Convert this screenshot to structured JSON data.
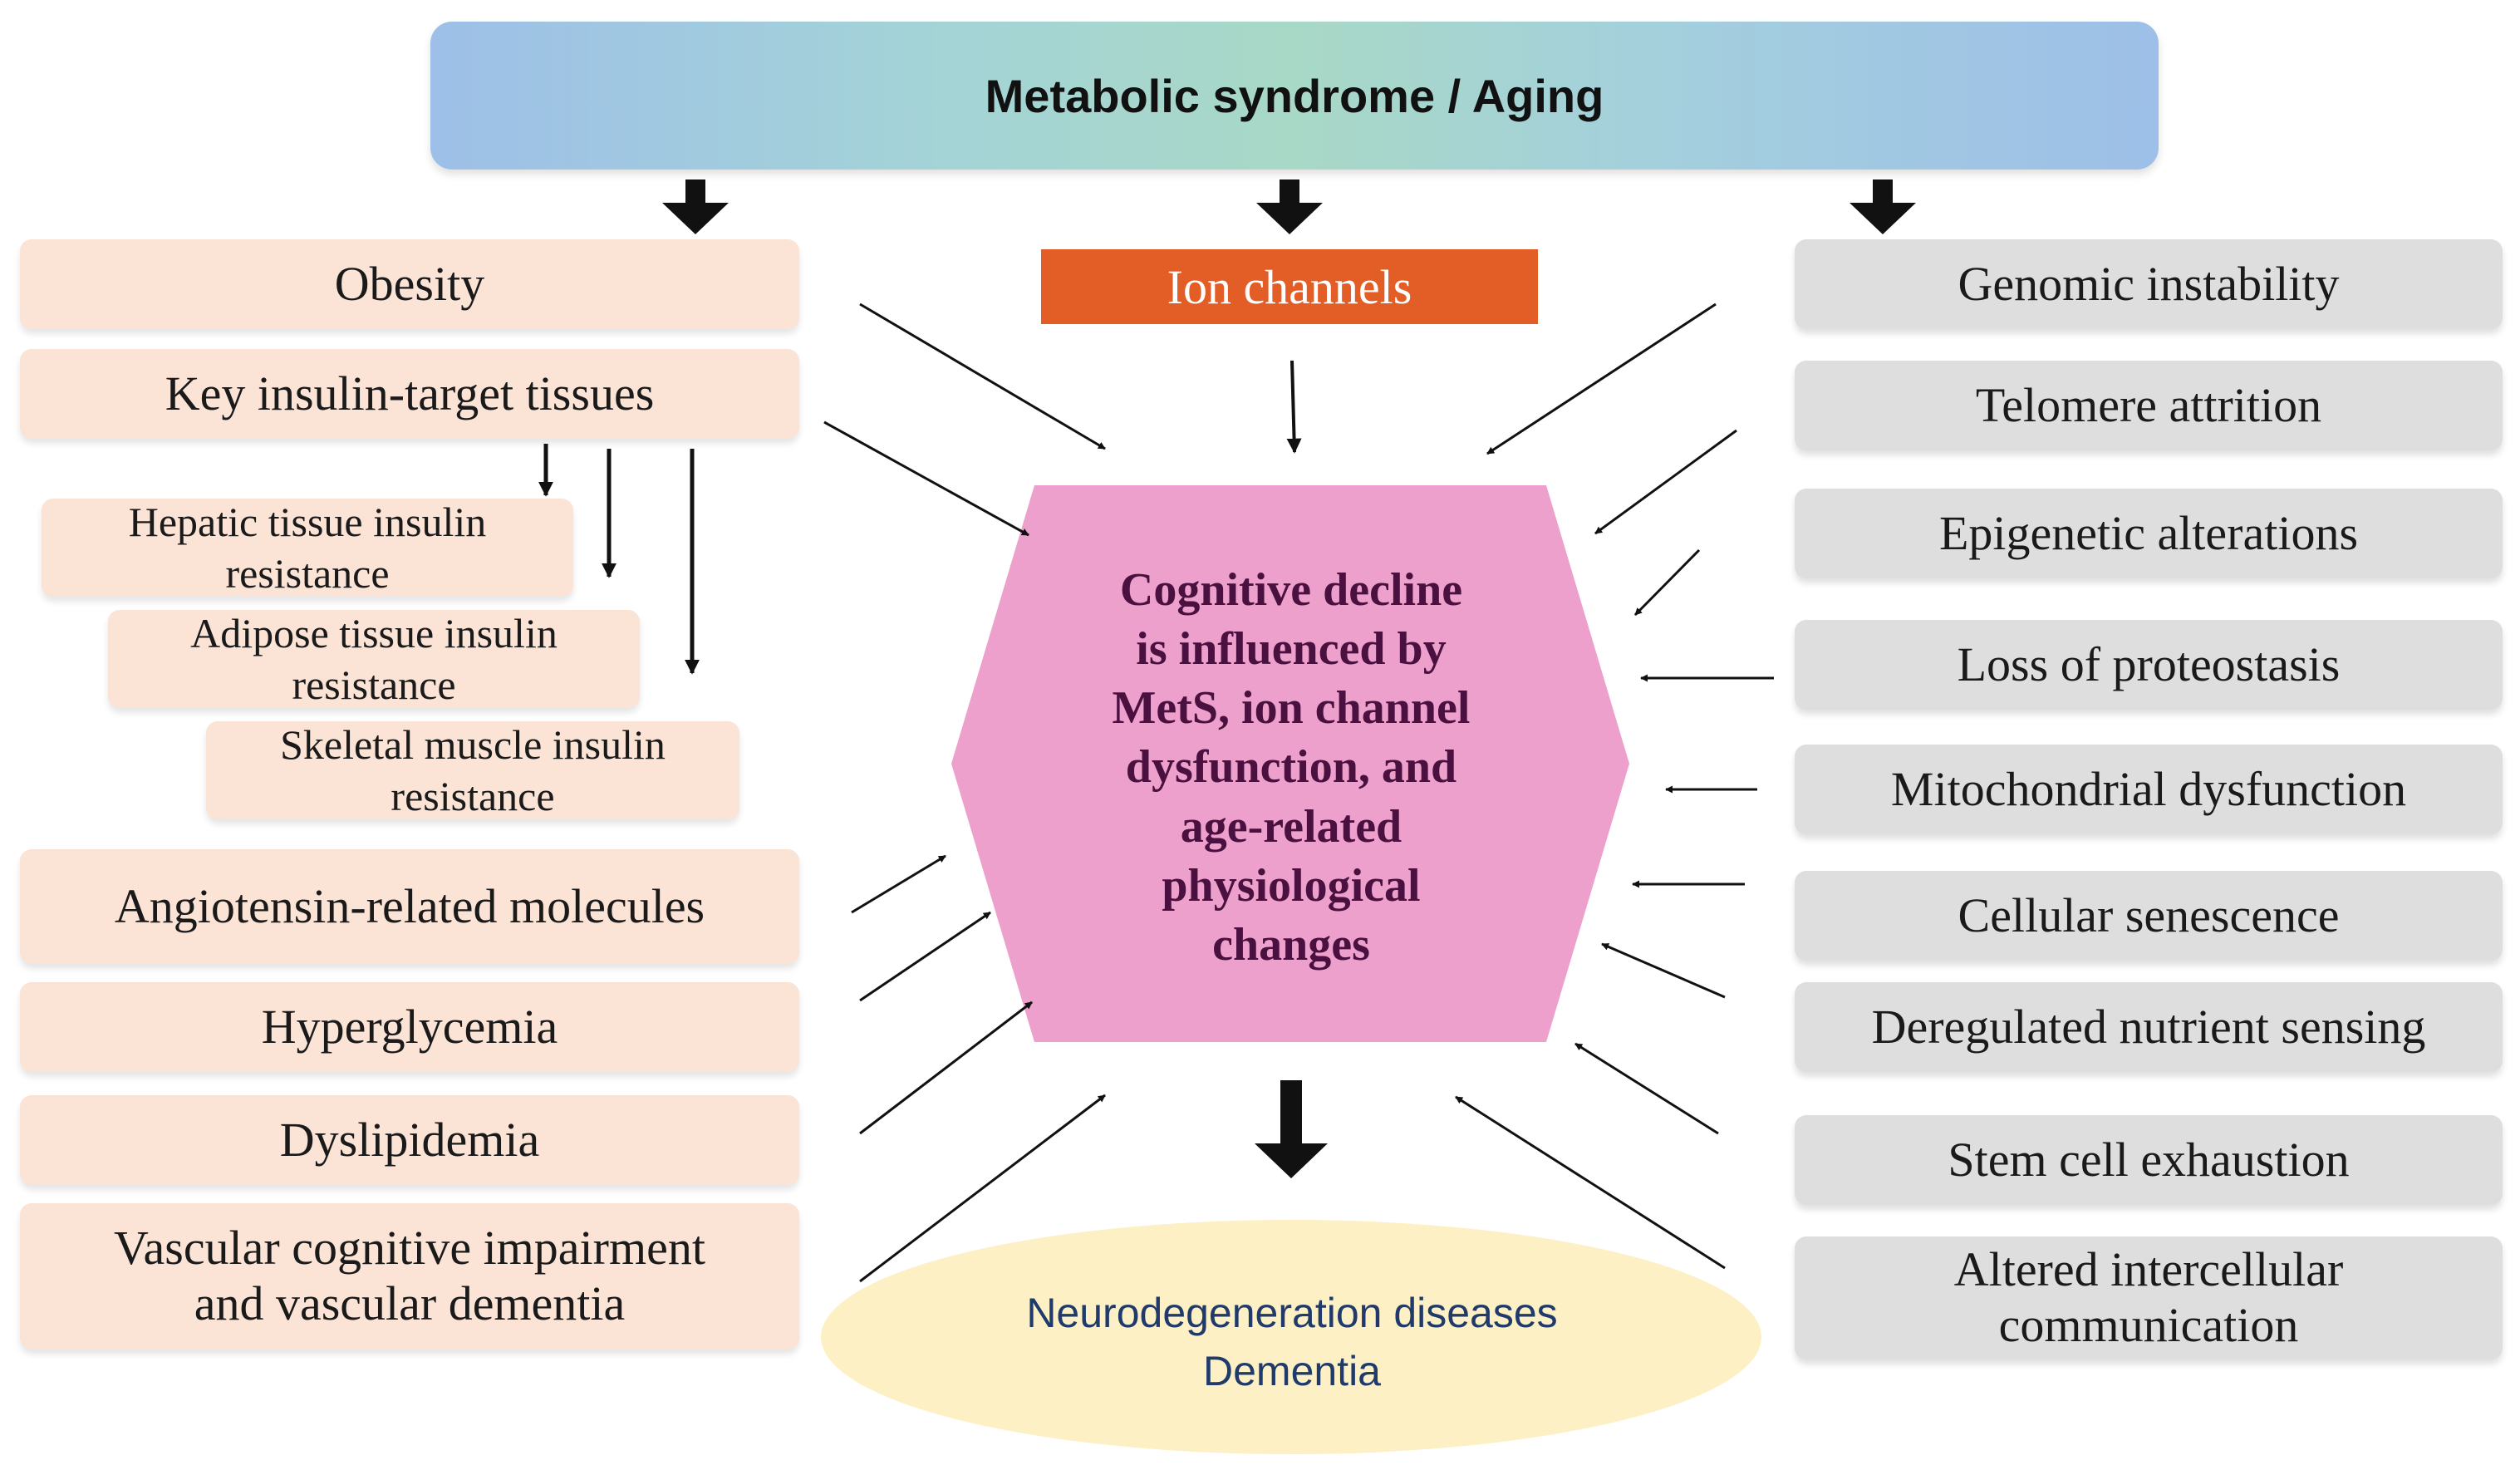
{
  "header": {
    "title": "Metabolic syndrome / Aging"
  },
  "ion_channels": {
    "label": "Ion channels"
  },
  "center": {
    "lines": [
      "Cognitive decline",
      "is influenced by",
      "MetS, ion channel",
      "dysfunction, and",
      "age-related",
      "physiological",
      "changes"
    ]
  },
  "outcome": {
    "line1": "Neurodegeneration diseases",
    "line2": "Dementia"
  },
  "left": {
    "obesity": "Obesity",
    "insulin_tissues": "Key insulin-target tissues",
    "hepatic": {
      "line1": "Hepatic tissue insulin",
      "line2": "resistance"
    },
    "adipose": {
      "line1": "Adipose tissue insulin",
      "line2": "resistance"
    },
    "skeletal": {
      "line1": "Skeletal muscle insulin",
      "line2": "resistance"
    },
    "angiotensin": "Angiotensin-related molecules",
    "hyperglycemia": "Hyperglycemia",
    "dyslipidemia": "Dyslipidemia",
    "vascular": {
      "line1": "Vascular cognitive impairment",
      "line2": "and vascular dementia"
    }
  },
  "right": {
    "genomic": "Genomic instability",
    "telomere": "Telomere attrition",
    "epigenetic": "Epigenetic alterations",
    "proteostasis": "Loss of proteostasis",
    "mitochondrial": "Mitochondrial dysfunction",
    "senescence": "Cellular senescence",
    "nutrient": "Deregulated nutrient sensing",
    "stem_cell": "Stem cell exhaustion",
    "intercellular": {
      "line1": "Altered intercellular",
      "line2": "communication"
    }
  },
  "colors": {
    "left_box": "#fbe3d6",
    "right_box": "#dedede",
    "ion_channels": "#e35d26",
    "hexagon": "#eda0cb",
    "center_text": "#4a1040",
    "ellipse": "#fdf0c4",
    "outcome_text": "#1f3a6b"
  }
}
